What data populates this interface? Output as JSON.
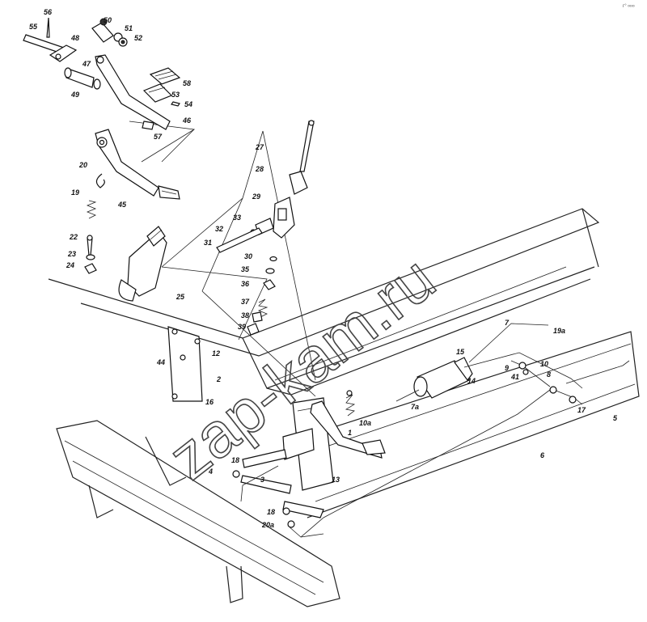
{
  "corner_mark": "г° ∞∞",
  "watermark": "zap-kam.ru",
  "labels": {
    "l56": "56",
    "l50": "50",
    "l55": "55",
    "l48": "48",
    "l51": "51",
    "l52": "52",
    "l47": "47",
    "l49": "49",
    "l58": "58",
    "l53": "53",
    "l54": "54",
    "l46": "46",
    "l57": "57",
    "l27": "27",
    "l28": "28",
    "l20": "20",
    "l19": "19",
    "l45": "45",
    "l29": "29",
    "l33": "33",
    "l32": "32",
    "l31": "31",
    "l22": "22",
    "l23": "23",
    "l24": "24",
    "l30": "30",
    "l35": "35",
    "l36": "36",
    "l25": "25",
    "l37": "37",
    "l38": "38",
    "l39": "39",
    "l19a": "19a",
    "l44": "44",
    "l12": "12",
    "l15": "15",
    "l10": "10",
    "l9": "9",
    "l41": "41",
    "l14": "14",
    "l8": "8",
    "l7": "7",
    "l2": "2",
    "l16": "16",
    "l7a": "7a",
    "l10a": "10a",
    "l17": "17",
    "l5": "5",
    "l1": "1",
    "l18a": "18",
    "l13": "13",
    "l3": "3",
    "l6": "6",
    "l4": "4",
    "l18b": "18",
    "l20a": "20a"
  }
}
